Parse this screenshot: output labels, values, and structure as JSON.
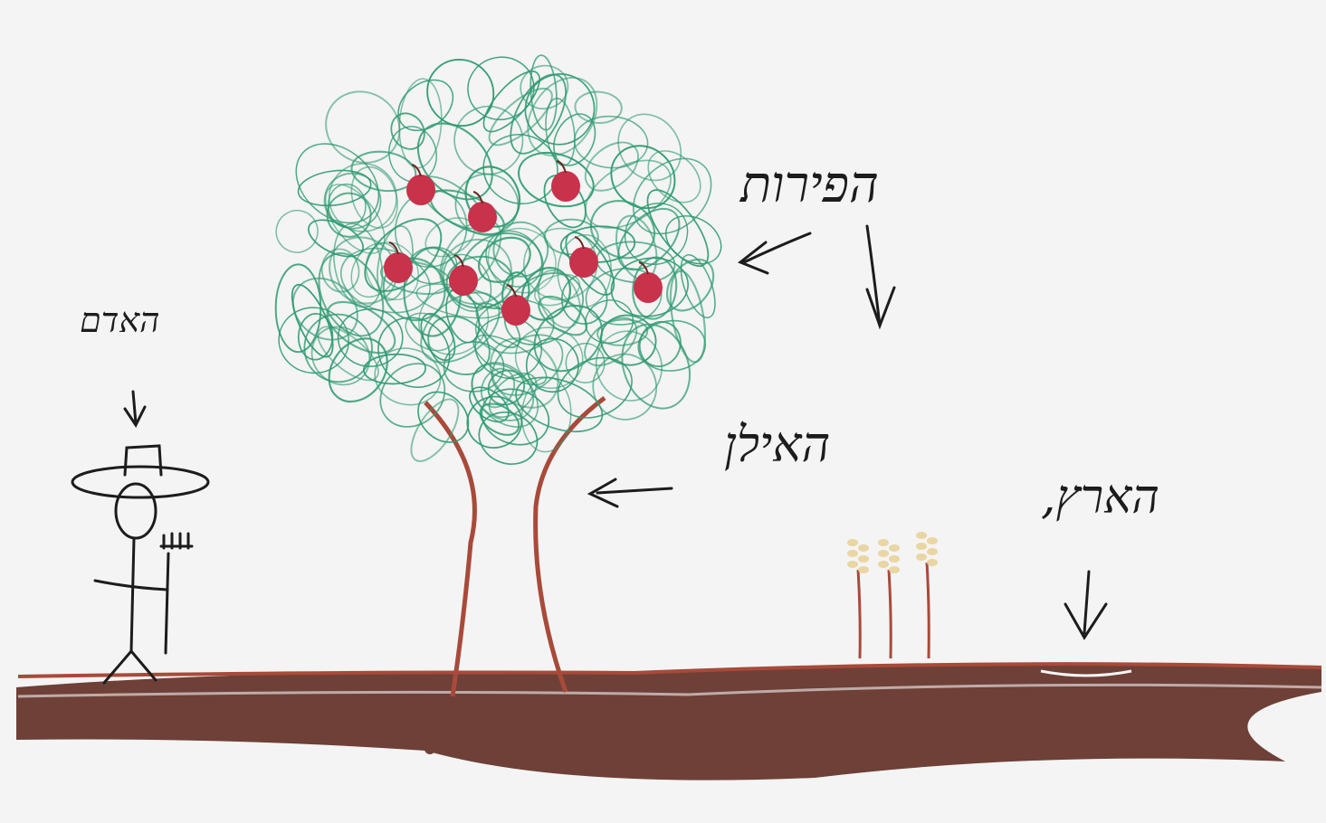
{
  "labels": {
    "person": "האדם",
    "fruits": "הפירות",
    "tree": "האילן",
    "land": "הארץ,"
  },
  "colors": {
    "background": "#f4f4f4",
    "foliage": "#2e9a70",
    "fruit": "#c8324a",
    "trunk": "#a84a3a",
    "soil": "#6e4038",
    "wheat": "#e8d39a",
    "ink": "#1c1c1c"
  },
  "icons": {
    "person": "stick-figure-farmer-icon",
    "tool": "pitchfork-icon",
    "tree": "apple-tree-icon",
    "fruit": "apple-icon",
    "crop": "wheat-stalk-icon"
  },
  "counts": {
    "apples": 8,
    "wheat_stalks": 3
  }
}
